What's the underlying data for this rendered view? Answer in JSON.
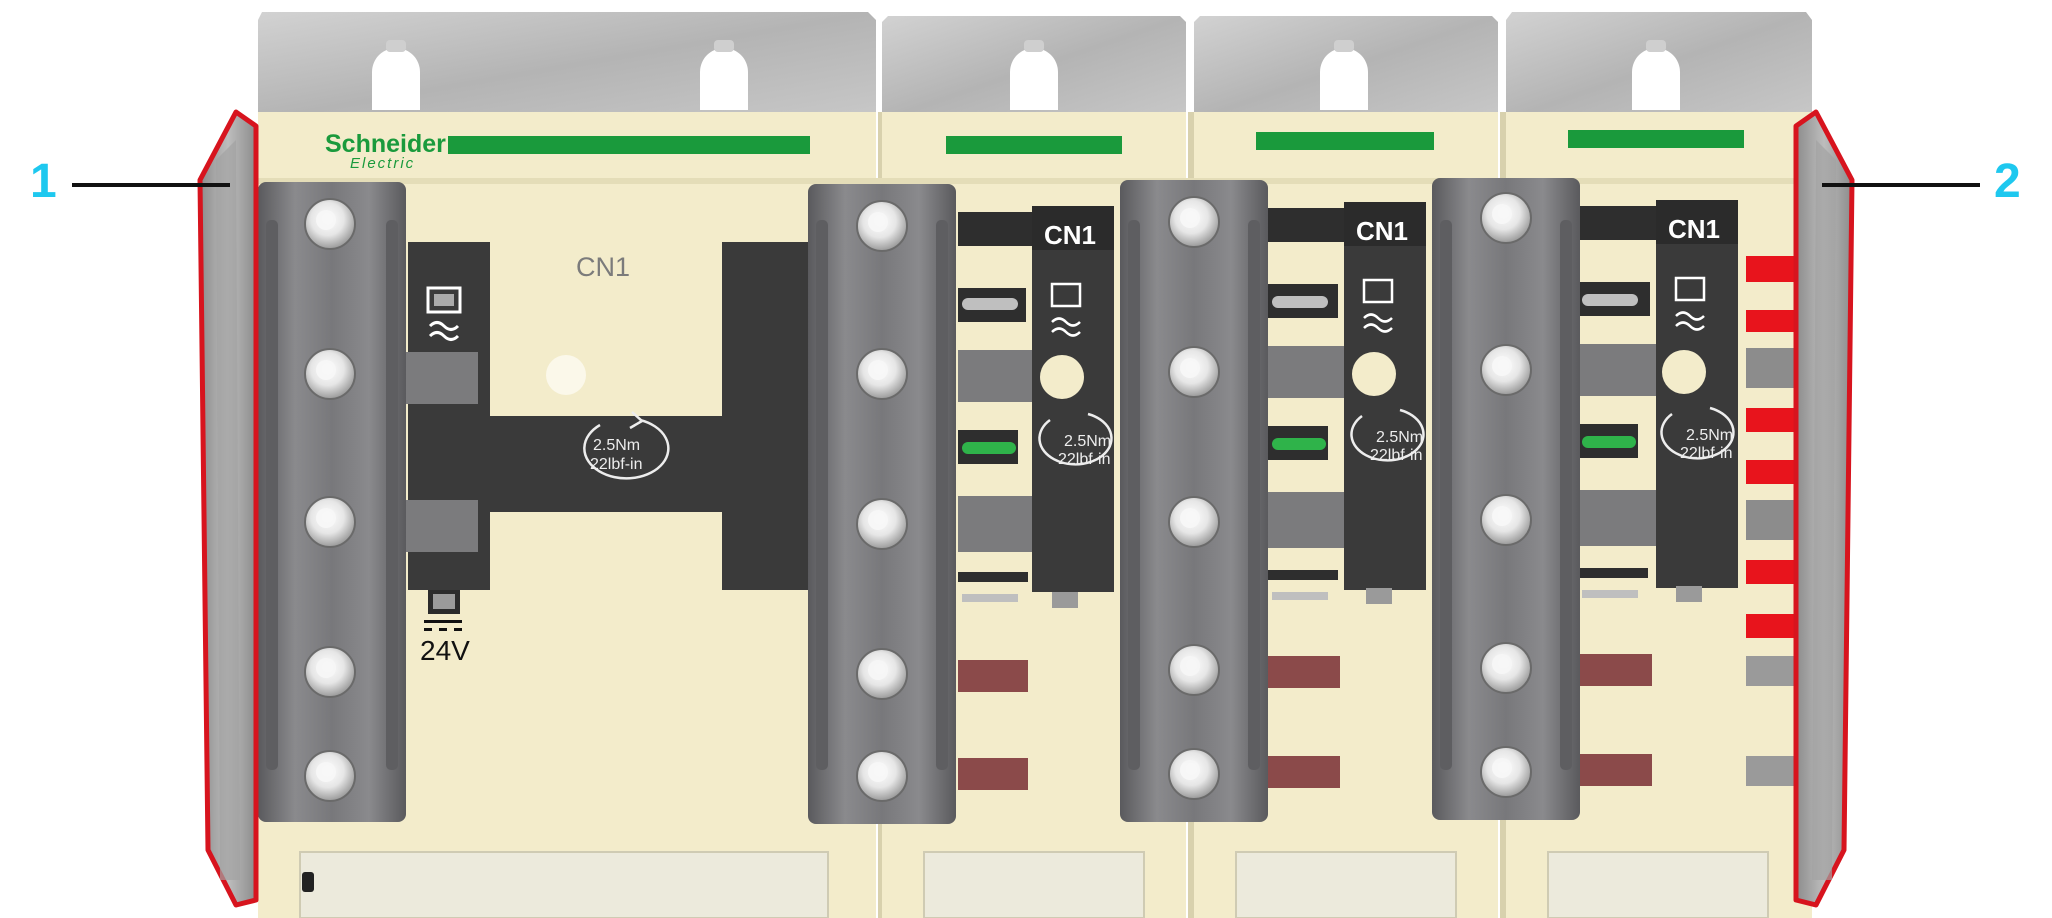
{
  "callouts": [
    {
      "number": "1"
    },
    {
      "number": "2"
    }
  ],
  "brand": {
    "name": "Schneider",
    "sub": "Electric"
  },
  "main_module": {
    "connector_label": "CN1",
    "torque_line1": "2.5Nm",
    "torque_line2": "22lbf-in",
    "voltage_label": "24V"
  },
  "side_modules": [
    {
      "connector_label": "CN1",
      "torque_line1": "2.5Nm",
      "torque_line2": "22lbf-in"
    },
    {
      "connector_label": "CN1",
      "torque_line1": "2.5Nm",
      "torque_line2": "22lbf-in"
    },
    {
      "connector_label": "CN1",
      "torque_line1": "2.5Nm",
      "torque_line2": "22lbf-in"
    }
  ],
  "colors": {
    "callout": "#1ec8ef",
    "outline_red": "#d7141e",
    "brand_green": "#1a9a3c",
    "module_cream": "#f3eccb",
    "busbar_gray": "#77777a",
    "panel_dark": "#3a3a3a",
    "bracket_gray": "#b5b5b5"
  }
}
